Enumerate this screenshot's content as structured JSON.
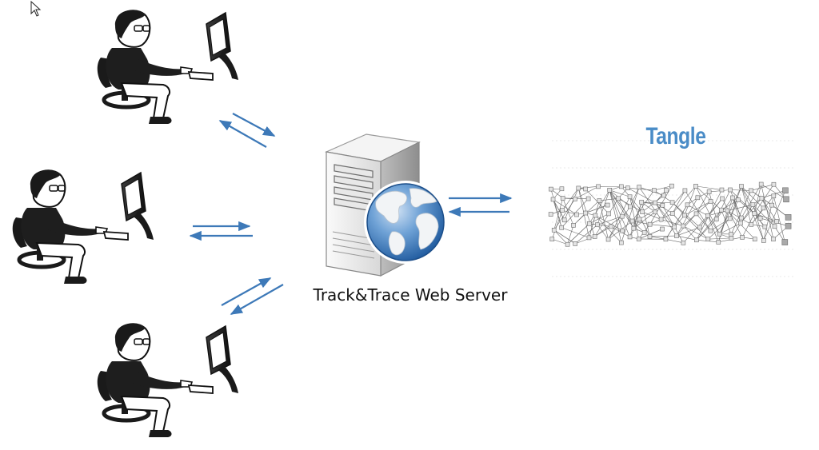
{
  "server": {
    "label": "Track&Trace Web Server"
  },
  "tangle": {
    "title": "Tangle"
  },
  "clients": [
    {
      "id": "top"
    },
    {
      "id": "middle"
    },
    {
      "id": "bottom"
    }
  ],
  "colors": {
    "arrow": "#3d79b8",
    "tangle_title": "#4a8cc7",
    "person": "#111111",
    "node": "#e4e4e4",
    "end_node": "#a9a9a9",
    "globe_ocean": "#2f6fb5",
    "server_body": "#eeeeee"
  },
  "icons": {
    "cursor": "mouse-pointer-icon",
    "person": "person-at-computer-icon",
    "server": "web-server-globe-icon",
    "tangle": "dag-network-icon"
  }
}
